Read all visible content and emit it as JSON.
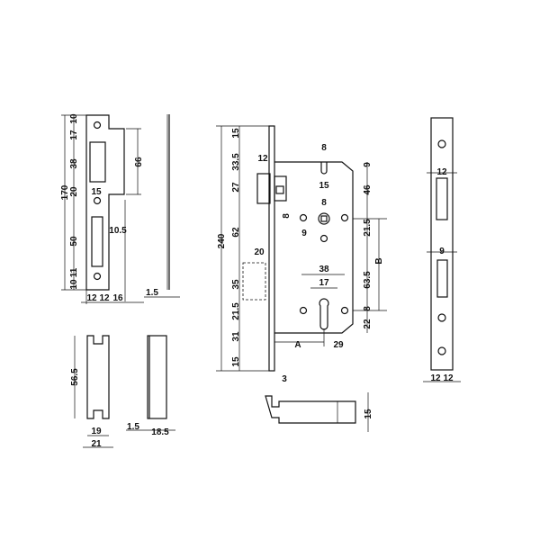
{
  "strike_plate": {
    "d170": "170",
    "d10a": "10",
    "d17": "17",
    "d38": "38",
    "d20": "20",
    "d50": "50",
    "d11": "11",
    "d10b": "10",
    "d66": "66",
    "d15": "15",
    "d10_5": "10.5",
    "d12a": "12",
    "d12b": "12",
    "d16": "16",
    "d1_5": "1.5"
  },
  "keeper": {
    "d56_5": "56.5",
    "d19": "19",
    "d21": "21",
    "d1_5": "1.5",
    "d18_5": "18.5"
  },
  "lock_body": {
    "d15a": "15",
    "d33_5": "33.5",
    "d12": "12",
    "d27": "27",
    "d62": "62",
    "d240": "240",
    "d20": "20",
    "d35": "35",
    "d21_5a": "21.5",
    "d31": "31",
    "d15b": "15",
    "d8a": "8",
    "d9a": "9",
    "d15c": "15",
    "d8b": "8",
    "d46": "46",
    "d8c": "8",
    "d9b": "9",
    "d21_5b": "21.5",
    "dB": "B",
    "d63_5": "63.5",
    "d38": "38",
    "d17": "17",
    "d8d": "8",
    "d22": "22",
    "dA": "A",
    "d29": "29",
    "d3": "3"
  },
  "bolt": {
    "d15": "15"
  },
  "faceplate": {
    "d12": "12",
    "d9": "9",
    "d12a": "12",
    "d12b": "12"
  }
}
